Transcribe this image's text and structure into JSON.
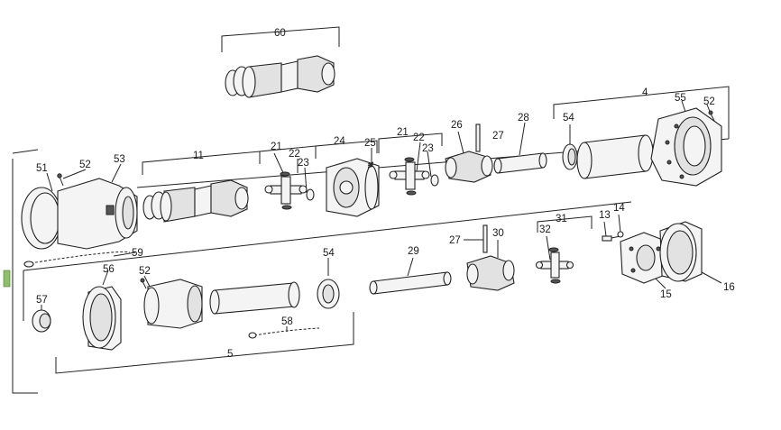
{
  "diagram": {
    "callouts": [
      "60",
      "4",
      "55",
      "52",
      "54",
      "28",
      "27",
      "26",
      "21",
      "22",
      "23",
      "25",
      "24",
      "11",
      "51",
      "53",
      "59",
      "56",
      "57",
      "58",
      "5",
      "29",
      "30",
      "31",
      "32",
      "13",
      "14",
      "15",
      "16"
    ]
  },
  "colors": {
    "line": "#222222",
    "background": "#ffffff",
    "edge_tab": "#8fbf6a"
  }
}
